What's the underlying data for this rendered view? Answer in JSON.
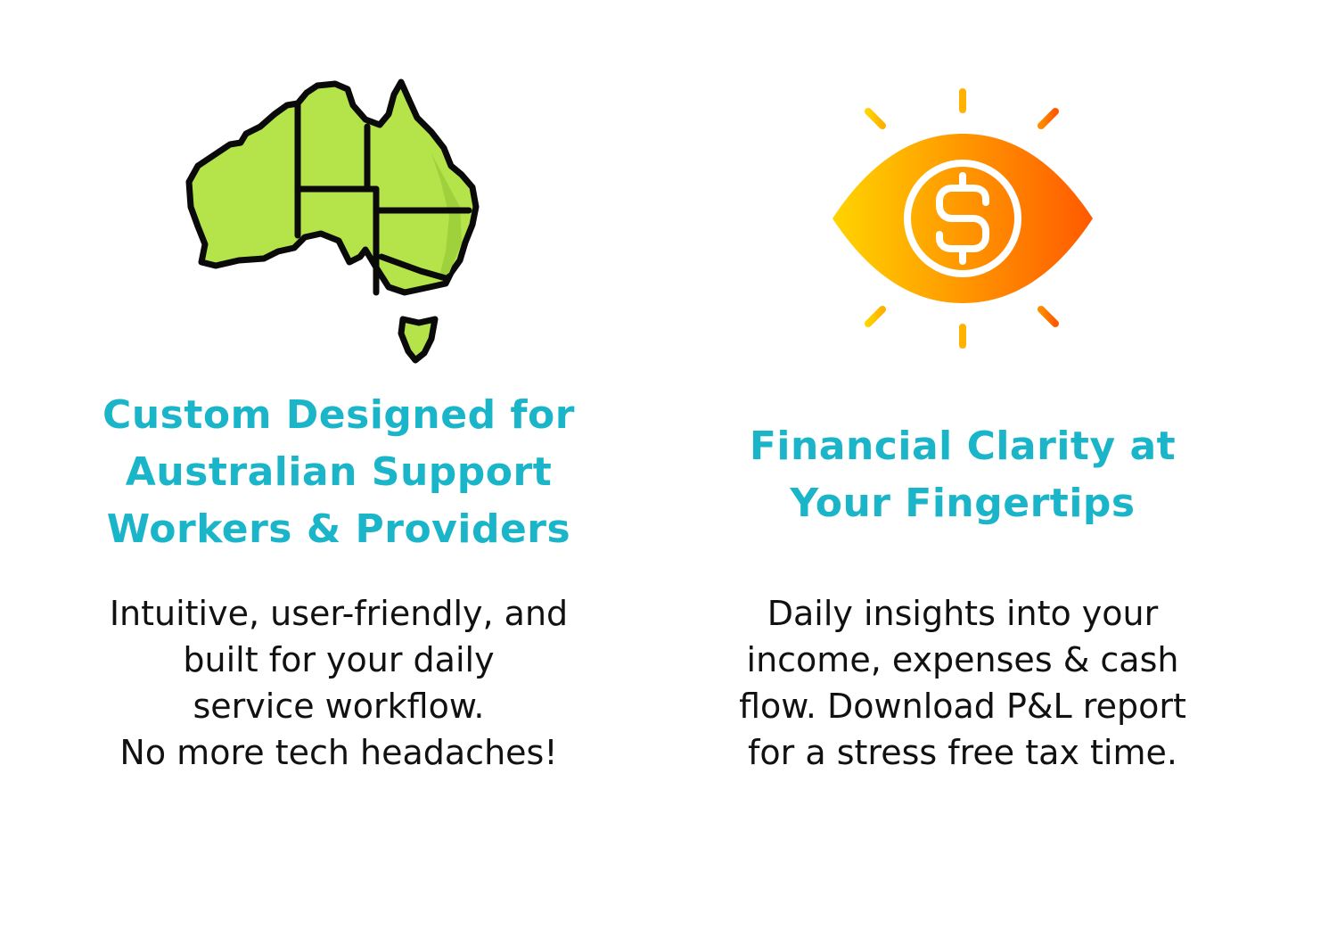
{
  "features": [
    {
      "icon": "australia-map-icon",
      "heading_lines": [
        "Custom Designed for",
        "Australian Support",
        "Workers & Providers"
      ],
      "body_lines": [
        "Intuitive, user-friendly, and",
        "built for your daily",
        "service workflow.",
        "No more tech headaches!"
      ]
    },
    {
      "icon": "eye-dollar-icon",
      "heading_lines": [
        "Financial Clarity at",
        "Your Fingertips"
      ],
      "body_lines": [
        "Daily insights into your",
        "income, expenses & cash",
        "flow. Download P&L report",
        "for a stress free tax time."
      ]
    }
  ],
  "colors": {
    "heading": "#1bb5c9",
    "body": "#111111",
    "map_fill": "#b5e44a",
    "map_outline": "#0a0a0a",
    "eye_gradient_start": "#ffd400",
    "eye_gradient_end": "#ff5a00"
  }
}
